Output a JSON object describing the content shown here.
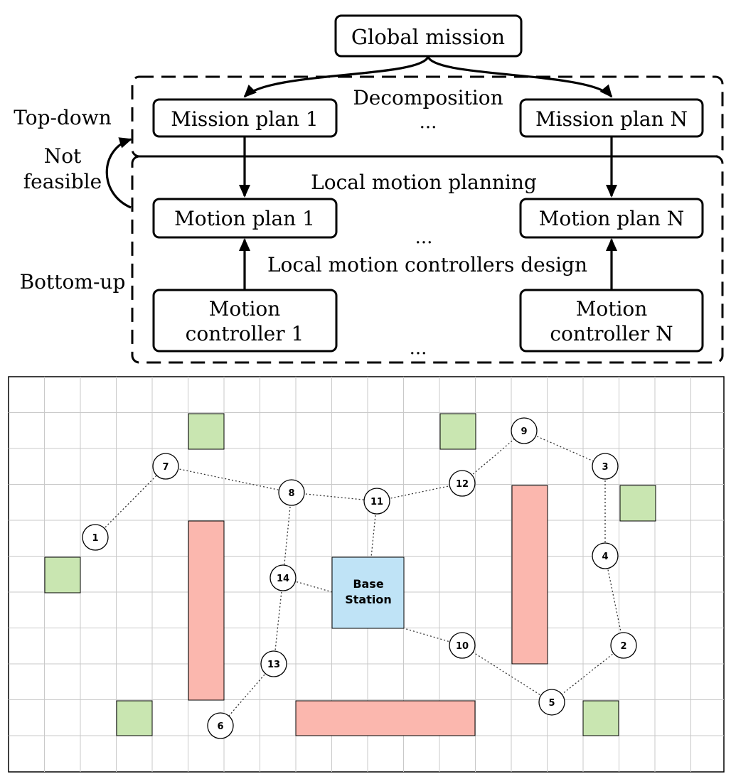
{
  "hierarchy": {
    "global_mission": "Global mission",
    "mission_plan_1": "Mission plan 1",
    "mission_plan_n": "Mission plan N",
    "decomposition": "Decomposition",
    "dots_mission": "...",
    "local_motion_planning": "Local motion planning",
    "motion_plan_1": "Motion plan 1",
    "motion_plan_n": "Motion plan N",
    "dots_motion": "...",
    "local_controllers_design": "Local motion controllers design",
    "controller_1_line1": "Motion",
    "controller_1_line2": "controller 1",
    "controller_n_line1": "Motion",
    "controller_n_line2": "controller N",
    "dots_controllers": "...",
    "top_down": "Top-down",
    "not_feasible_line1": "Not",
    "not_feasible_line2": "feasible",
    "bottom_up": "Bottom-up"
  },
  "map": {
    "base_station_line1": "Base",
    "base_station_line2": "Station",
    "colors": {
      "obstacle": "#fbb7ae",
      "goal": "#c9e6b1",
      "base": "#bfe3f6",
      "grid": "#c9c9c9"
    },
    "nodes": [
      "1",
      "2",
      "3",
      "4",
      "5",
      "6",
      "7",
      "8",
      "9",
      "10",
      "11",
      "12",
      "13",
      "14"
    ]
  }
}
